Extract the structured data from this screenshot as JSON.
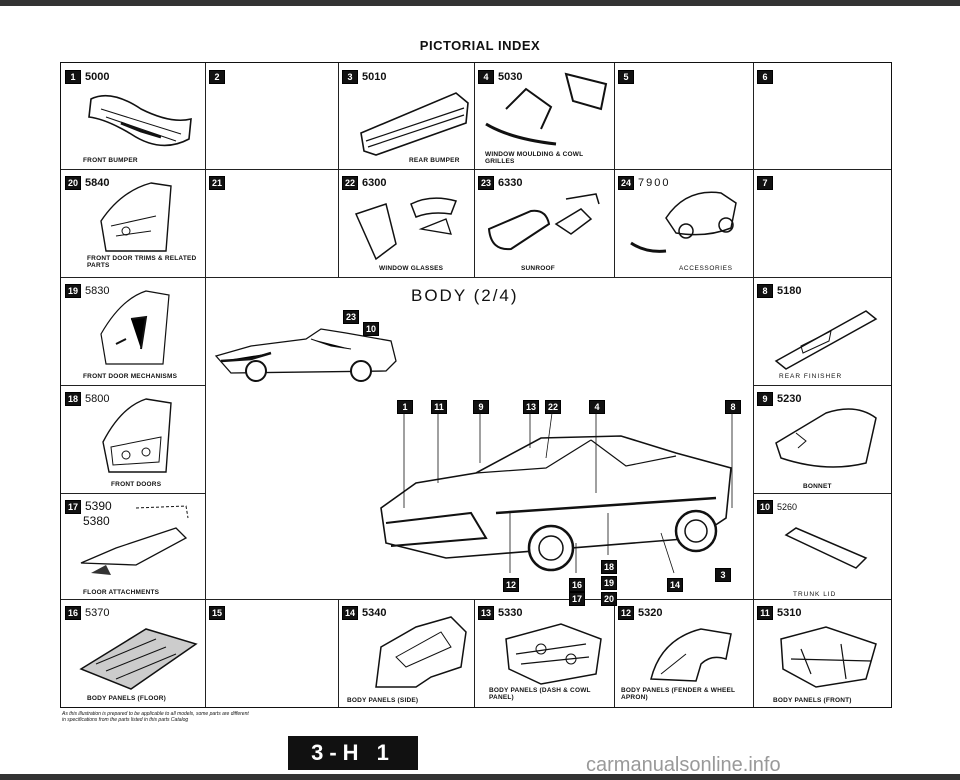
{
  "page_title": "PICTORIAL INDEX",
  "center_title": "BODY (2/4)",
  "page_number": "3-H 1",
  "watermark": "carmanualsonline.info",
  "footnote": [
    "As this illustration is prepared to be applicable to all models, some parts are different",
    "in specifications from the parts listed in this parts Catalog"
  ],
  "cells": [
    {
      "badge": "1",
      "part": "5000",
      "caption": "FRONT BUMPER"
    },
    {
      "badge": "2",
      "part": "",
      "caption": ""
    },
    {
      "badge": "3",
      "part": "5010",
      "caption": "REAR BUMPER"
    },
    {
      "badge": "4",
      "part": "5030",
      "caption": "WINDOW MOULDING & COWL GRILLES"
    },
    {
      "badge": "5",
      "part": "",
      "caption": ""
    },
    {
      "badge": "6",
      "part": "",
      "caption": ""
    },
    {
      "badge": "20",
      "part": "5840",
      "caption": "FRONT DOOR TRIMS & RELATED PARTS"
    },
    {
      "badge": "21",
      "part": "",
      "caption": ""
    },
    {
      "badge": "22",
      "part": "6300",
      "caption": "WINDOW GLASSES"
    },
    {
      "badge": "23",
      "part": "6330",
      "caption": "SUNROOF"
    },
    {
      "badge": "24",
      "part": "7900",
      "caption": "ACCESSORIES"
    },
    {
      "badge": "7",
      "part": "",
      "caption": ""
    },
    {
      "badge": "19",
      "part": "5830",
      "caption": "FRONT DOOR MECHANISMS"
    },
    {
      "badge": "8",
      "part": "5180",
      "caption": "REAR FINISHER"
    },
    {
      "badge": "18",
      "part": "5800",
      "caption": "FRONT DOORS"
    },
    {
      "badge": "9",
      "part": "5230",
      "caption": "BONNET"
    },
    {
      "badge": "17",
      "part": "5390",
      "part2": "5380",
      "caption": "FLOOR ATTACHMENTS"
    },
    {
      "badge": "10",
      "part": "5260",
      "caption": "TRUNK LID"
    },
    {
      "badge": "16",
      "part": "5370",
      "caption": "BODY PANELS (FLOOR)"
    },
    {
      "badge": "15",
      "part": "",
      "caption": ""
    },
    {
      "badge": "14",
      "part": "5340",
      "caption": "BODY PANELS (SIDE)"
    },
    {
      "badge": "13",
      "part": "5330",
      "caption": "BODY PANELS (DASH & COWL PANEL)"
    },
    {
      "badge": "12",
      "part": "5320",
      "caption": "BODY PANELS (FENDER & WHEEL APRON)"
    },
    {
      "badge": "11",
      "part": "5310",
      "caption": "BODY PANELS (FRONT)"
    }
  ],
  "callouts_top": [
    "23",
    "10"
  ],
  "callouts_mid": [
    "1",
    "11",
    "9",
    "13",
    "22",
    "4",
    "8"
  ],
  "callouts_bottom": [
    "12",
    "16",
    "17",
    "18",
    "19",
    "20",
    "14",
    "3"
  ]
}
